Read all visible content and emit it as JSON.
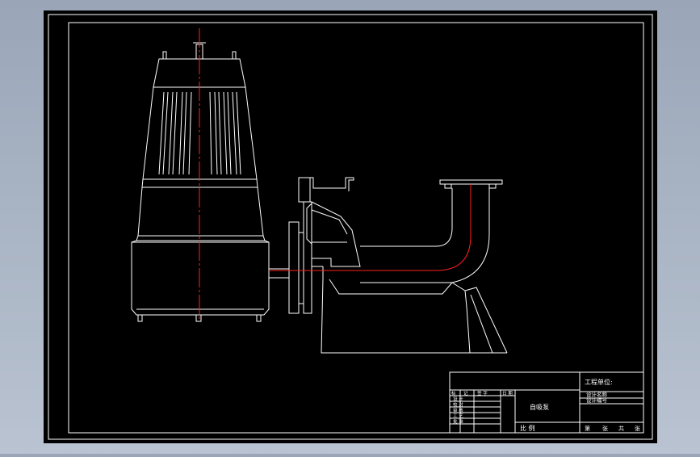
{
  "colors": {
    "background": "#000000",
    "line": "#ffffff",
    "centerline": "#ff2020",
    "viewport_frame": "#9aa6b8"
  },
  "title_block": {
    "company_label": "工程单位:",
    "drawing_name": "自吸泵",
    "design_label": "设计名称",
    "drawing_no_label": "设计编号",
    "scale_label": "比 例",
    "sheet_label": "第",
    "sheet_unit": "张",
    "total_label": "共",
    "total_unit": "张",
    "revision_headers": [
      "标",
      "记",
      "签 字",
      "日 期"
    ],
    "sign_rows": [
      "设 计",
      "校 对",
      "审 核",
      "工 艺",
      "批 准"
    ]
  }
}
